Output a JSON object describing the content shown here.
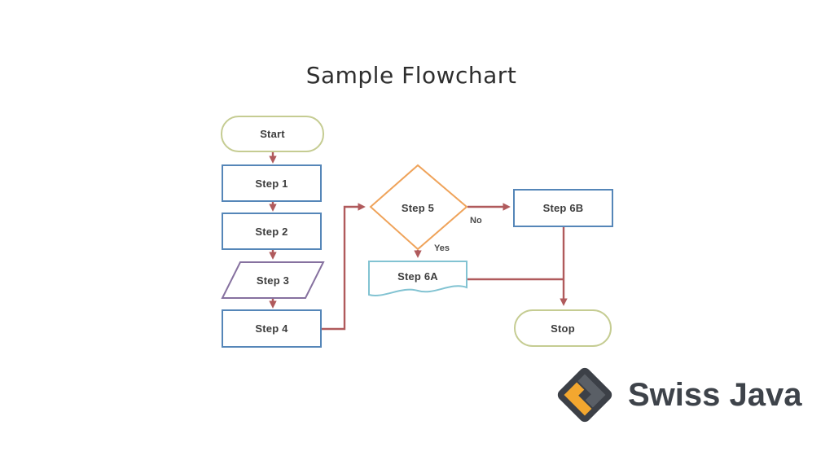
{
  "title": "Sample Flowchart",
  "nodes": {
    "start": {
      "label": "Start",
      "shape": "terminator"
    },
    "step1": {
      "label": "Step 1",
      "shape": "process"
    },
    "step2": {
      "label": "Step 2",
      "shape": "process"
    },
    "step3": {
      "label": "Step 3",
      "shape": "data"
    },
    "step4": {
      "label": "Step 4",
      "shape": "process"
    },
    "step5": {
      "label": "Step 5",
      "shape": "decision"
    },
    "step6a": {
      "label": "Step 6A",
      "shape": "document"
    },
    "step6b": {
      "label": "Step 6B",
      "shape": "process"
    },
    "stop": {
      "label": "Stop",
      "shape": "terminator"
    }
  },
  "edge_labels": {
    "no": "No",
    "yes": "Yes"
  },
  "logo": {
    "brand": "Swiss Java"
  },
  "colors": {
    "terminator_border": "#c5cc92",
    "process_border": "#5586b8",
    "data_border": "#86719f",
    "decision_border": "#efa35a",
    "document_border": "#82c3d2",
    "connector": "#b05a5c",
    "node_text": "#3d3d3d",
    "title_text": "#2e2e2e",
    "logo_dark": "#3c4047",
    "logo_gray": "#5a5f66",
    "logo_orange": "#f3a72f",
    "brand_text": "#3e434a"
  }
}
